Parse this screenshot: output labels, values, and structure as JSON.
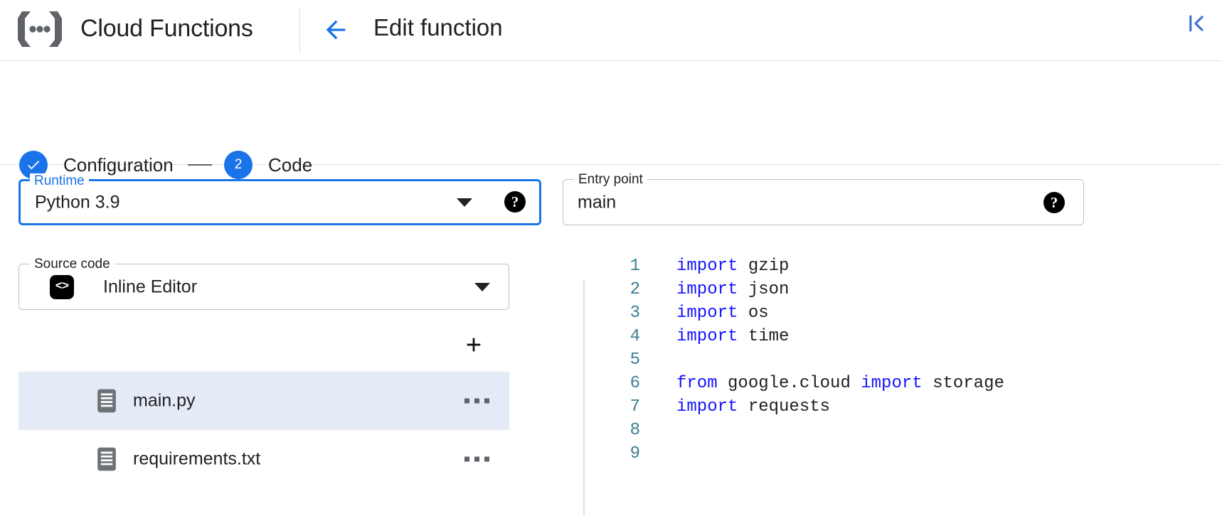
{
  "header": {
    "logo_icon": "cloud-functions-logo",
    "product_title": "Cloud Functions",
    "back_icon": "back-arrow-icon",
    "page_heading": "Edit function",
    "collapse_icon": "collapse-panel-icon"
  },
  "stepper": {
    "steps": [
      {
        "marker": "✓",
        "label": "Configuration",
        "state": "completed"
      },
      {
        "marker": "2",
        "label": "Code",
        "state": "current"
      }
    ]
  },
  "form": {
    "runtime": {
      "legend": "Runtime",
      "value": "Python 3.9",
      "focused": true,
      "help_icon": "help-icon",
      "help_glyph": "?",
      "caret_icon": "chevron-down-icon"
    },
    "entry_point": {
      "legend": "Entry point",
      "value": "main",
      "focused": false,
      "help_icon": "help-icon",
      "help_glyph": "?"
    },
    "source_code": {
      "legend": "Source code",
      "value": "Inline Editor",
      "badge_icon": "code-brackets-icon",
      "badge_glyph": "<>",
      "caret_icon": "chevron-down-icon"
    }
  },
  "files": {
    "add_label": "+",
    "add_icon": "add-file-icon",
    "items": [
      {
        "name": "main.py",
        "selected": true,
        "icon": "file-document-icon",
        "menu_icon": "more-options-icon"
      },
      {
        "name": "requirements.txt",
        "selected": false,
        "icon": "file-document-icon",
        "menu_icon": "more-options-icon"
      }
    ]
  },
  "editor": {
    "language": "python",
    "lines": [
      {
        "number": "1",
        "tokens": [
          {
            "t": "import",
            "k": true
          },
          {
            "t": " gzip",
            "k": false
          }
        ]
      },
      {
        "number": "2",
        "tokens": [
          {
            "t": "import",
            "k": true
          },
          {
            "t": " json",
            "k": false
          }
        ]
      },
      {
        "number": "3",
        "tokens": [
          {
            "t": "import",
            "k": true
          },
          {
            "t": " os",
            "k": false
          }
        ]
      },
      {
        "number": "4",
        "tokens": [
          {
            "t": "import",
            "k": true
          },
          {
            "t": " time",
            "k": false
          }
        ]
      },
      {
        "number": "5",
        "tokens": []
      },
      {
        "number": "6",
        "tokens": [
          {
            "t": "from",
            "k": true
          },
          {
            "t": " google.cloud ",
            "k": false
          },
          {
            "t": "import",
            "k": true
          },
          {
            "t": " storage",
            "k": false
          }
        ]
      },
      {
        "number": "7",
        "tokens": [
          {
            "t": "import",
            "k": true
          },
          {
            "t": " requests",
            "k": false
          }
        ]
      },
      {
        "number": "8",
        "tokens": []
      },
      {
        "number": "9",
        "tokens": []
      }
    ]
  },
  "colors": {
    "accent_blue": "#1a73e8",
    "keyword_blue": "#1414ff",
    "line_number": "#3b7f93",
    "selected_row": "#e5eaf7",
    "text_primary": "#202124",
    "border_gray": "#bdc1c6"
  }
}
